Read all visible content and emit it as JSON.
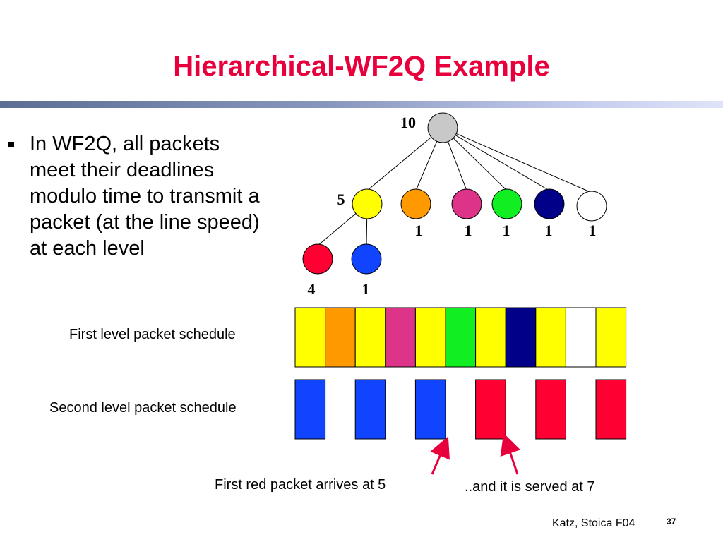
{
  "title": "Hierarchical-WF2Q Example",
  "bullet": "In WF2Q, all packets meet their deadlines modulo time to transmit a packet (at the line speed) at each level",
  "labels": {
    "first_level": "First level packet schedule",
    "second_level": "Second level packet schedule",
    "arrives": "First red packet arrives at 5",
    "served": "..and it is served at 7"
  },
  "footer": {
    "author": "Katz, Stoica F04",
    "page": "37"
  },
  "colors": {
    "title": "#e8003d",
    "gray": "#c8c8c8",
    "yellow": "#ffff00",
    "orange": "#ff9900",
    "magenta": "#dd3388",
    "green": "#11ee22",
    "navy": "#000088",
    "white": "#ffffff",
    "red": "#ff0033",
    "blue": "#1144ff"
  },
  "tree": {
    "root": {
      "weight": "10",
      "color": "gray"
    },
    "children": [
      {
        "weight": "5",
        "color": "yellow"
      },
      {
        "weight": "1",
        "color": "orange"
      },
      {
        "weight": "1",
        "color": "magenta"
      },
      {
        "weight": "1",
        "color": "green"
      },
      {
        "weight": "1",
        "color": "navy"
      },
      {
        "weight": "1",
        "color": "white"
      }
    ],
    "grandchildren": [
      {
        "weight": "4",
        "color": "red"
      },
      {
        "weight": "1",
        "color": "blue"
      }
    ]
  },
  "first_level_schedule": [
    "yellow",
    "orange",
    "yellow",
    "magenta",
    "yellow",
    "green",
    "yellow",
    "navy",
    "yellow",
    "white",
    "yellow"
  ],
  "second_level_schedule": [
    {
      "slot": 0,
      "color": "blue"
    },
    {
      "slot": 2,
      "color": "blue"
    },
    {
      "slot": 4,
      "color": "blue"
    },
    {
      "slot": 6,
      "color": "red"
    },
    {
      "slot": 8,
      "color": "red"
    },
    {
      "slot": 10,
      "color": "red"
    }
  ]
}
